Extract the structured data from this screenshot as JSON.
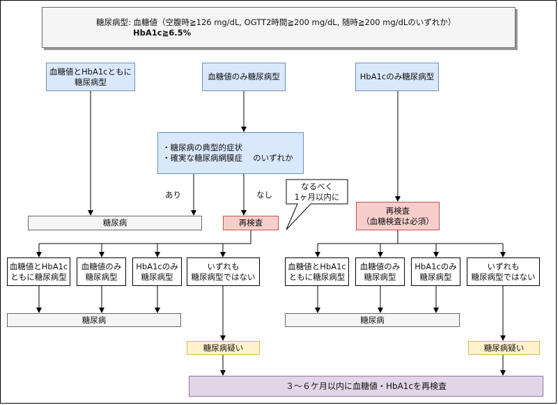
{
  "header": {
    "line1": "糖尿病型:  血糖値（空腹時≧126 mg/dL, OGTT2時間≧200 mg/dL, 随時≧200 mg/dLのいずれか）",
    "line2": "HbA1c≧6.5%"
  },
  "top": {
    "both": "血糖値とHbA1cともに\n糖尿病型",
    "glucose_only": "血糖値のみ糖尿病型",
    "hba1c_only": "HbA1cのみ糖尿病型"
  },
  "symptoms": "・糖尿病の典型的症状\n・確実な糖尿病網膜症　 のいずれか",
  "yes_label": "あり",
  "no_label": "なし",
  "diabetes_top": "糖尿病",
  "retest_left": "再検査",
  "callout": "なるべく\n1ヶ月以内に",
  "retest_right": "再検査\n（血糖検査は必須）",
  "left_branch": {
    "both": "血糖値とHbA1c\nともに糖尿病型",
    "glucose": "血糖値のみ\n糖尿病型",
    "hba1c": "HbA1cのみ\n糖尿病型",
    "none": "いずれも\n糖尿病型ではない",
    "diabetes": "糖尿病",
    "suspected": "糖尿病疑い"
  },
  "right_branch": {
    "both": "血糖値とHbA1c\nともに糖尿病型",
    "glucose": "血糖値のみ\n糖尿病型",
    "hba1c": "HbA1cのみ\n糖尿病型",
    "none": "いずれも\n糖尿病型ではない",
    "diabetes": "糖尿病",
    "suspected": "糖尿病疑い"
  },
  "final": "３～６ケ月以内に血糖値・HbA1cを再検査"
}
